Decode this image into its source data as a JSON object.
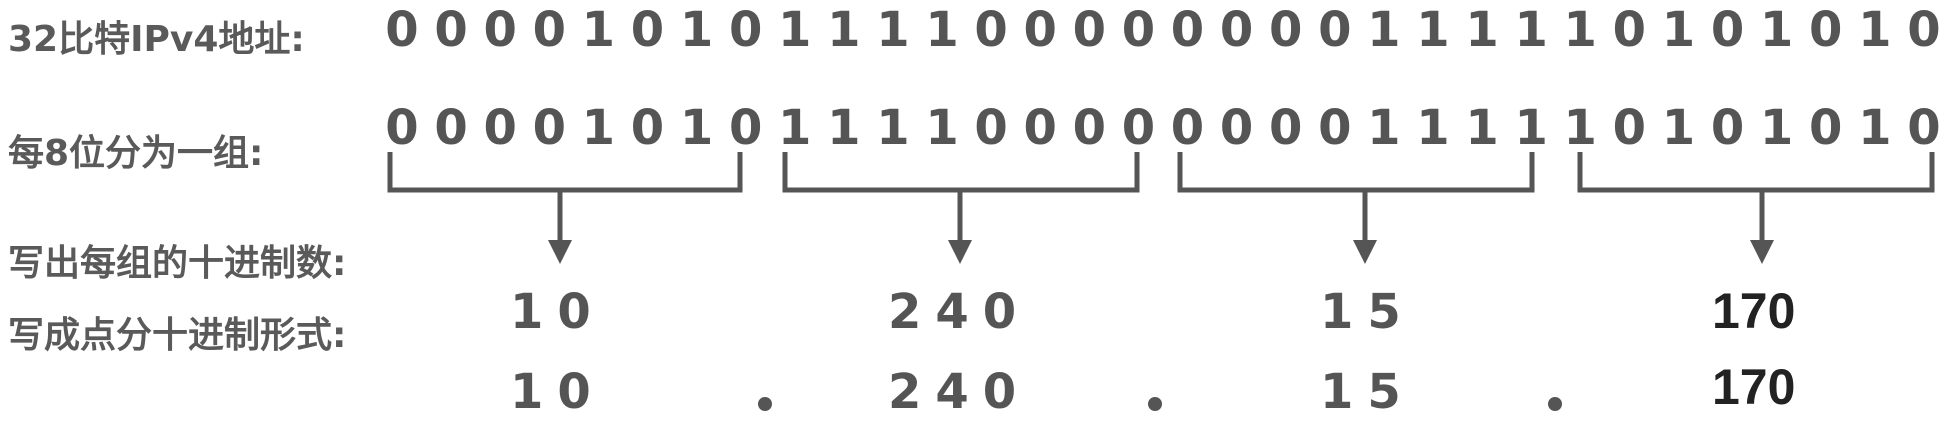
{
  "labels": {
    "row1": "32比特IPv4地址:",
    "row2": "每8位分为一组:",
    "row3": "写出每组的十进制数:",
    "row4": "写成点分十进制形式:"
  },
  "bits": [
    "0",
    "0",
    "0",
    "0",
    "1",
    "0",
    "1",
    "0",
    "1",
    "1",
    "1",
    "1",
    "0",
    "0",
    "0",
    "0",
    "0",
    "0",
    "0",
    "0",
    "1",
    "1",
    "1",
    "1",
    "1",
    "0",
    "1",
    "0",
    "1",
    "0",
    "1",
    "0"
  ],
  "octets": {
    "o1": {
      "bits": [
        "0",
        "0",
        "0",
        "0",
        "1",
        "0",
        "1",
        "0"
      ],
      "decimal": "10"
    },
    "o2": {
      "bits": [
        "1",
        "1",
        "1",
        "1",
        "0",
        "0",
        "0",
        "0"
      ],
      "decimal": "240"
    },
    "o3": {
      "bits": [
        "0",
        "0",
        "0",
        "0",
        "1",
        "1",
        "1",
        "1"
      ],
      "decimal": "15"
    },
    "o4": {
      "bits": [
        "1",
        "0",
        "1",
        "0",
        "1",
        "0",
        "1",
        "0"
      ],
      "decimal": "170"
    }
  },
  "dotted": [
    "10",
    "240",
    "15",
    "170"
  ],
  "colors": {
    "text": "#555555",
    "emphasis": "#222222",
    "bracket": "#555555"
  }
}
